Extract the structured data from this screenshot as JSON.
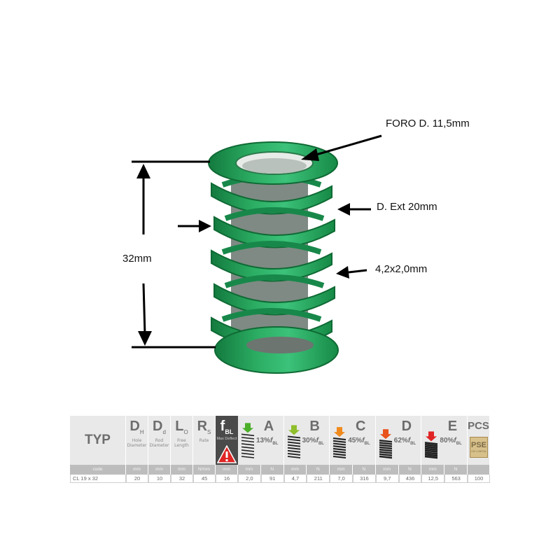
{
  "annotations": {
    "hole": "FORO D. 11,5mm",
    "outer": "D. Ext 20mm",
    "wire": "4,2x2,0mm",
    "length": "32mm"
  },
  "colors": {
    "spring_green": "#1f9a55",
    "spring_dark": "#137a3e",
    "spring_light": "#3cc27a",
    "table_header": "#e9e9e9",
    "unit_row": "#bdbdbd",
    "warning_red": "#e02424",
    "load_a_arrow": "#4caf28",
    "load_b_arrow": "#8fbf2a",
    "load_c_arrow": "#f08a1c",
    "load_d_arrow": "#e8541c",
    "load_e_arrow": "#e02424",
    "pse_box": "#d8c08a"
  },
  "table": {
    "typ": "TYP",
    "code_label": "code",
    "columns": {
      "dh": {
        "symbol": "D",
        "sub": "H",
        "desc": "Hole Diameter"
      },
      "dd": {
        "symbol": "D",
        "sub": "d",
        "desc": "Rod Diameter"
      },
      "lo": {
        "symbol": "L",
        "sub": "O",
        "desc": "Free Length"
      },
      "rs": {
        "symbol": "R",
        "sub": "S",
        "desc": "Rate"
      },
      "fbl": {
        "symbol": "f",
        "sub": "BL",
        "desc": "Max Deflect"
      },
      "pcs": {
        "symbol": "PCS",
        "badge": "PSE",
        "badge_sub": "CDI V-METAL"
      }
    },
    "loads": [
      {
        "letter": "A",
        "pct": "13%",
        "sub": "BL",
        "icon": "spring-load-a-icon"
      },
      {
        "letter": "B",
        "pct": "30%",
        "sub": "BL",
        "icon": "spring-load-b-icon"
      },
      {
        "letter": "C",
        "pct": "45%",
        "sub": "BL",
        "icon": "spring-load-c-icon"
      },
      {
        "letter": "D",
        "pct": "62%",
        "sub": "BL",
        "icon": "spring-load-d-icon"
      },
      {
        "letter": "E",
        "pct": "80%",
        "sub": "BL",
        "icon": "spring-load-e-icon"
      }
    ],
    "units": {
      "dh": "mm",
      "dd": "mm",
      "lo": "mm",
      "rs": "N/mm",
      "fbl": "mm",
      "a_mm": "mm",
      "a_n": "N",
      "b_mm": "mm",
      "b_n": "N",
      "c_mm": "mm",
      "c_n": "N",
      "d_mm": "mm",
      "d_n": "N",
      "e_mm": "mm",
      "e_n": "N",
      "pcs": ""
    },
    "row": {
      "code": "CL 19 x 32",
      "dh": "20",
      "dd": "10",
      "lo": "32",
      "rs": "45",
      "fbl": "16",
      "a_mm": "2,0",
      "a_n": "91",
      "b_mm": "4,7",
      "b_n": "211",
      "c_mm": "7,0",
      "c_n": "316",
      "d_mm": "9,7",
      "d_n": "436",
      "e_mm": "12,5",
      "e_n": "563",
      "pcs": "100"
    }
  }
}
